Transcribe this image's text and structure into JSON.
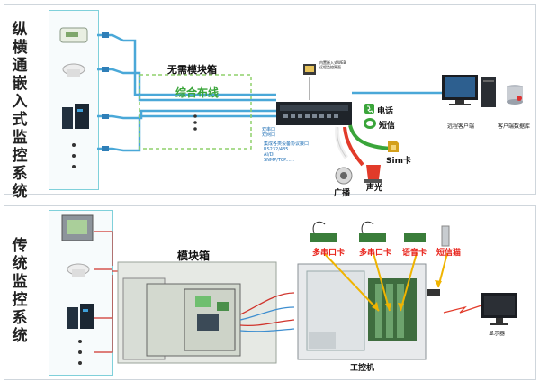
{
  "top": {
    "title": "纵横通嵌入式监控系统",
    "no_box_label": "无需模块箱",
    "cabling_label": "综合布线",
    "ports_label": "双串口\n双网口",
    "interfaces": [
      "集成各类设备协议接口",
      "RS232/485",
      "AI/DI",
      "SNMP/TCP......"
    ],
    "remote_ui_text": "内置嵌入式WEB\n远程监控界面",
    "phone_label": "电话",
    "sms_label": "短信",
    "sim_label": "Sim卡",
    "broadcast_label": "广播",
    "sound_light_label": "声光",
    "remote_client_label": "远程客户端",
    "client_db_label": "客户端数据库"
  },
  "bottom": {
    "title": "传统监控系统",
    "module_box_label": "模块箱",
    "card_labels": [
      "多串口卡",
      "多串口卡",
      "语音卡",
      "短信猫"
    ],
    "ipc_label": "工控机",
    "display_label": "显示器"
  },
  "colors": {
    "cable": "#4aa8d8",
    "red_cable": "#e23b2a",
    "green": "#3aa53a",
    "arrow": "#f0b400",
    "card": "#e8231b"
  }
}
